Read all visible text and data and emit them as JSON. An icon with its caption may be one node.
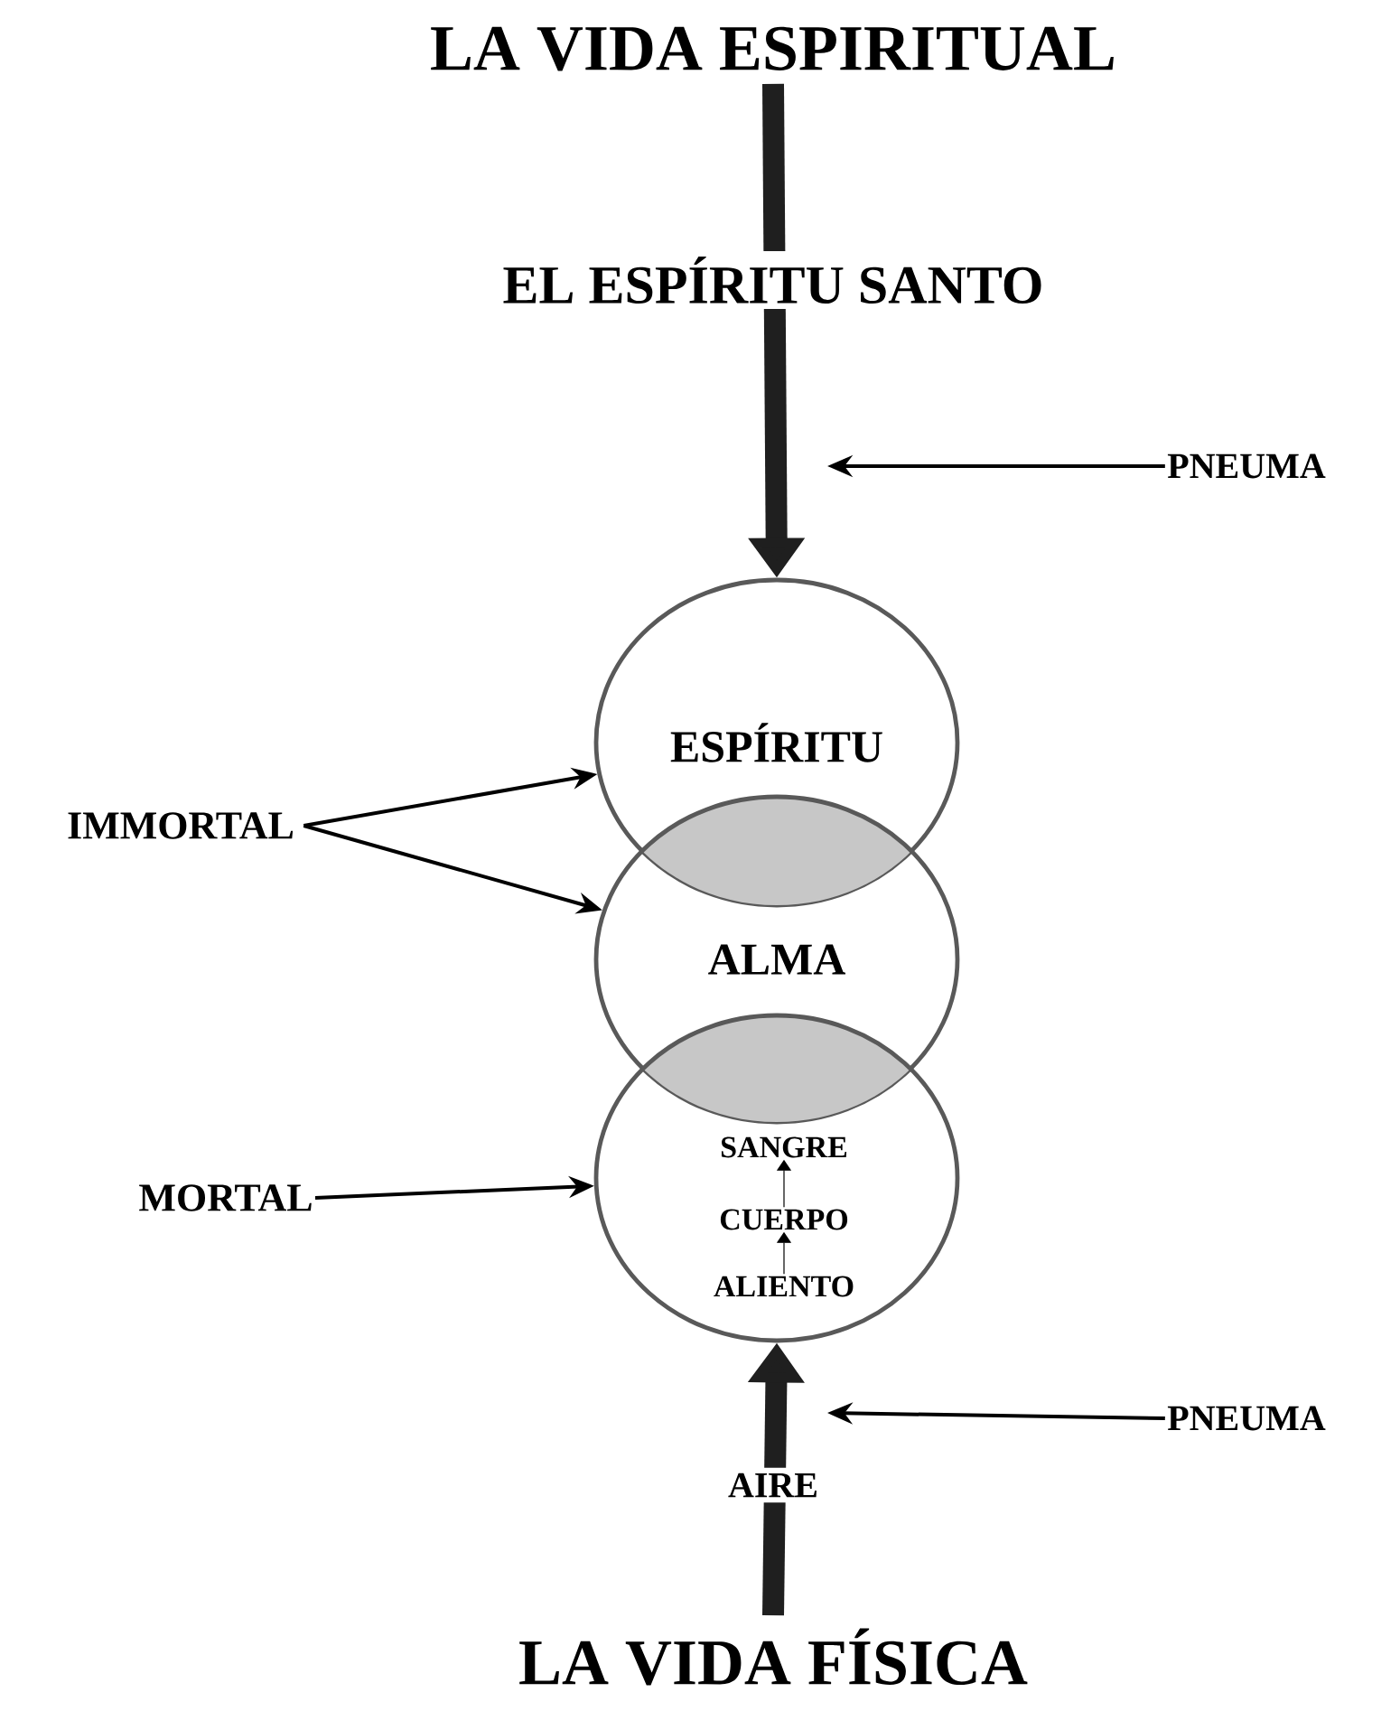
{
  "diagram": {
    "nodes": [
      {
        "text": [
          "LA VIDA ESPIRITUAL"
        ]
      },
      {
        "text": [
          "PNEUMA"
        ]
      },
      {
        "text": [
          "ESPÍRITU"
        ]
      },
      {
        "text": [
          "IMMORTAL"
        ]
      },
      {
        "text": [
          "ALMA"
        ]
      },
      {
        "text": [
          "MORTAL"
        ]
      },
      {
        "text": [],
        "shape": "circle"
      },
      {
        "text": [
          "SANGRE"
        ],
        "in": 6
      },
      {
        "text": [
          "CUERPO"
        ],
        "in": 6
      },
      {
        "text": [
          "ALIENTO"
        ],
        "in": 6
      },
      {
        "text": [
          "PNEUMA"
        ]
      },
      {
        "text": [
          "LA VIDA FÍSICA"
        ]
      }
    ],
    "edges": [
      {
        "from": 0,
        "to": 2,
        "arrow": "to",
        "label": "EL ESPÍRITU SANTO",
        "style": "thick"
      },
      {
        "from": 1,
        "to": null,
        "arrow": "to"
      },
      {
        "from": 3,
        "to": 2,
        "arrow": "to"
      },
      {
        "from": 3,
        "to": 4,
        "arrow": "to"
      },
      {
        "from": 5,
        "to": 6,
        "arrow": "to"
      },
      {
        "from": 9,
        "to": 8,
        "arrow": "to"
      },
      {
        "from": 8,
        "to": 7,
        "arrow": "to"
      },
      {
        "from": 10,
        "to": null,
        "arrow": "to"
      },
      {
        "from": 11,
        "to": 6,
        "arrow": "to",
        "label": "AIRE",
        "style": "thick"
      }
    ]
  }
}
